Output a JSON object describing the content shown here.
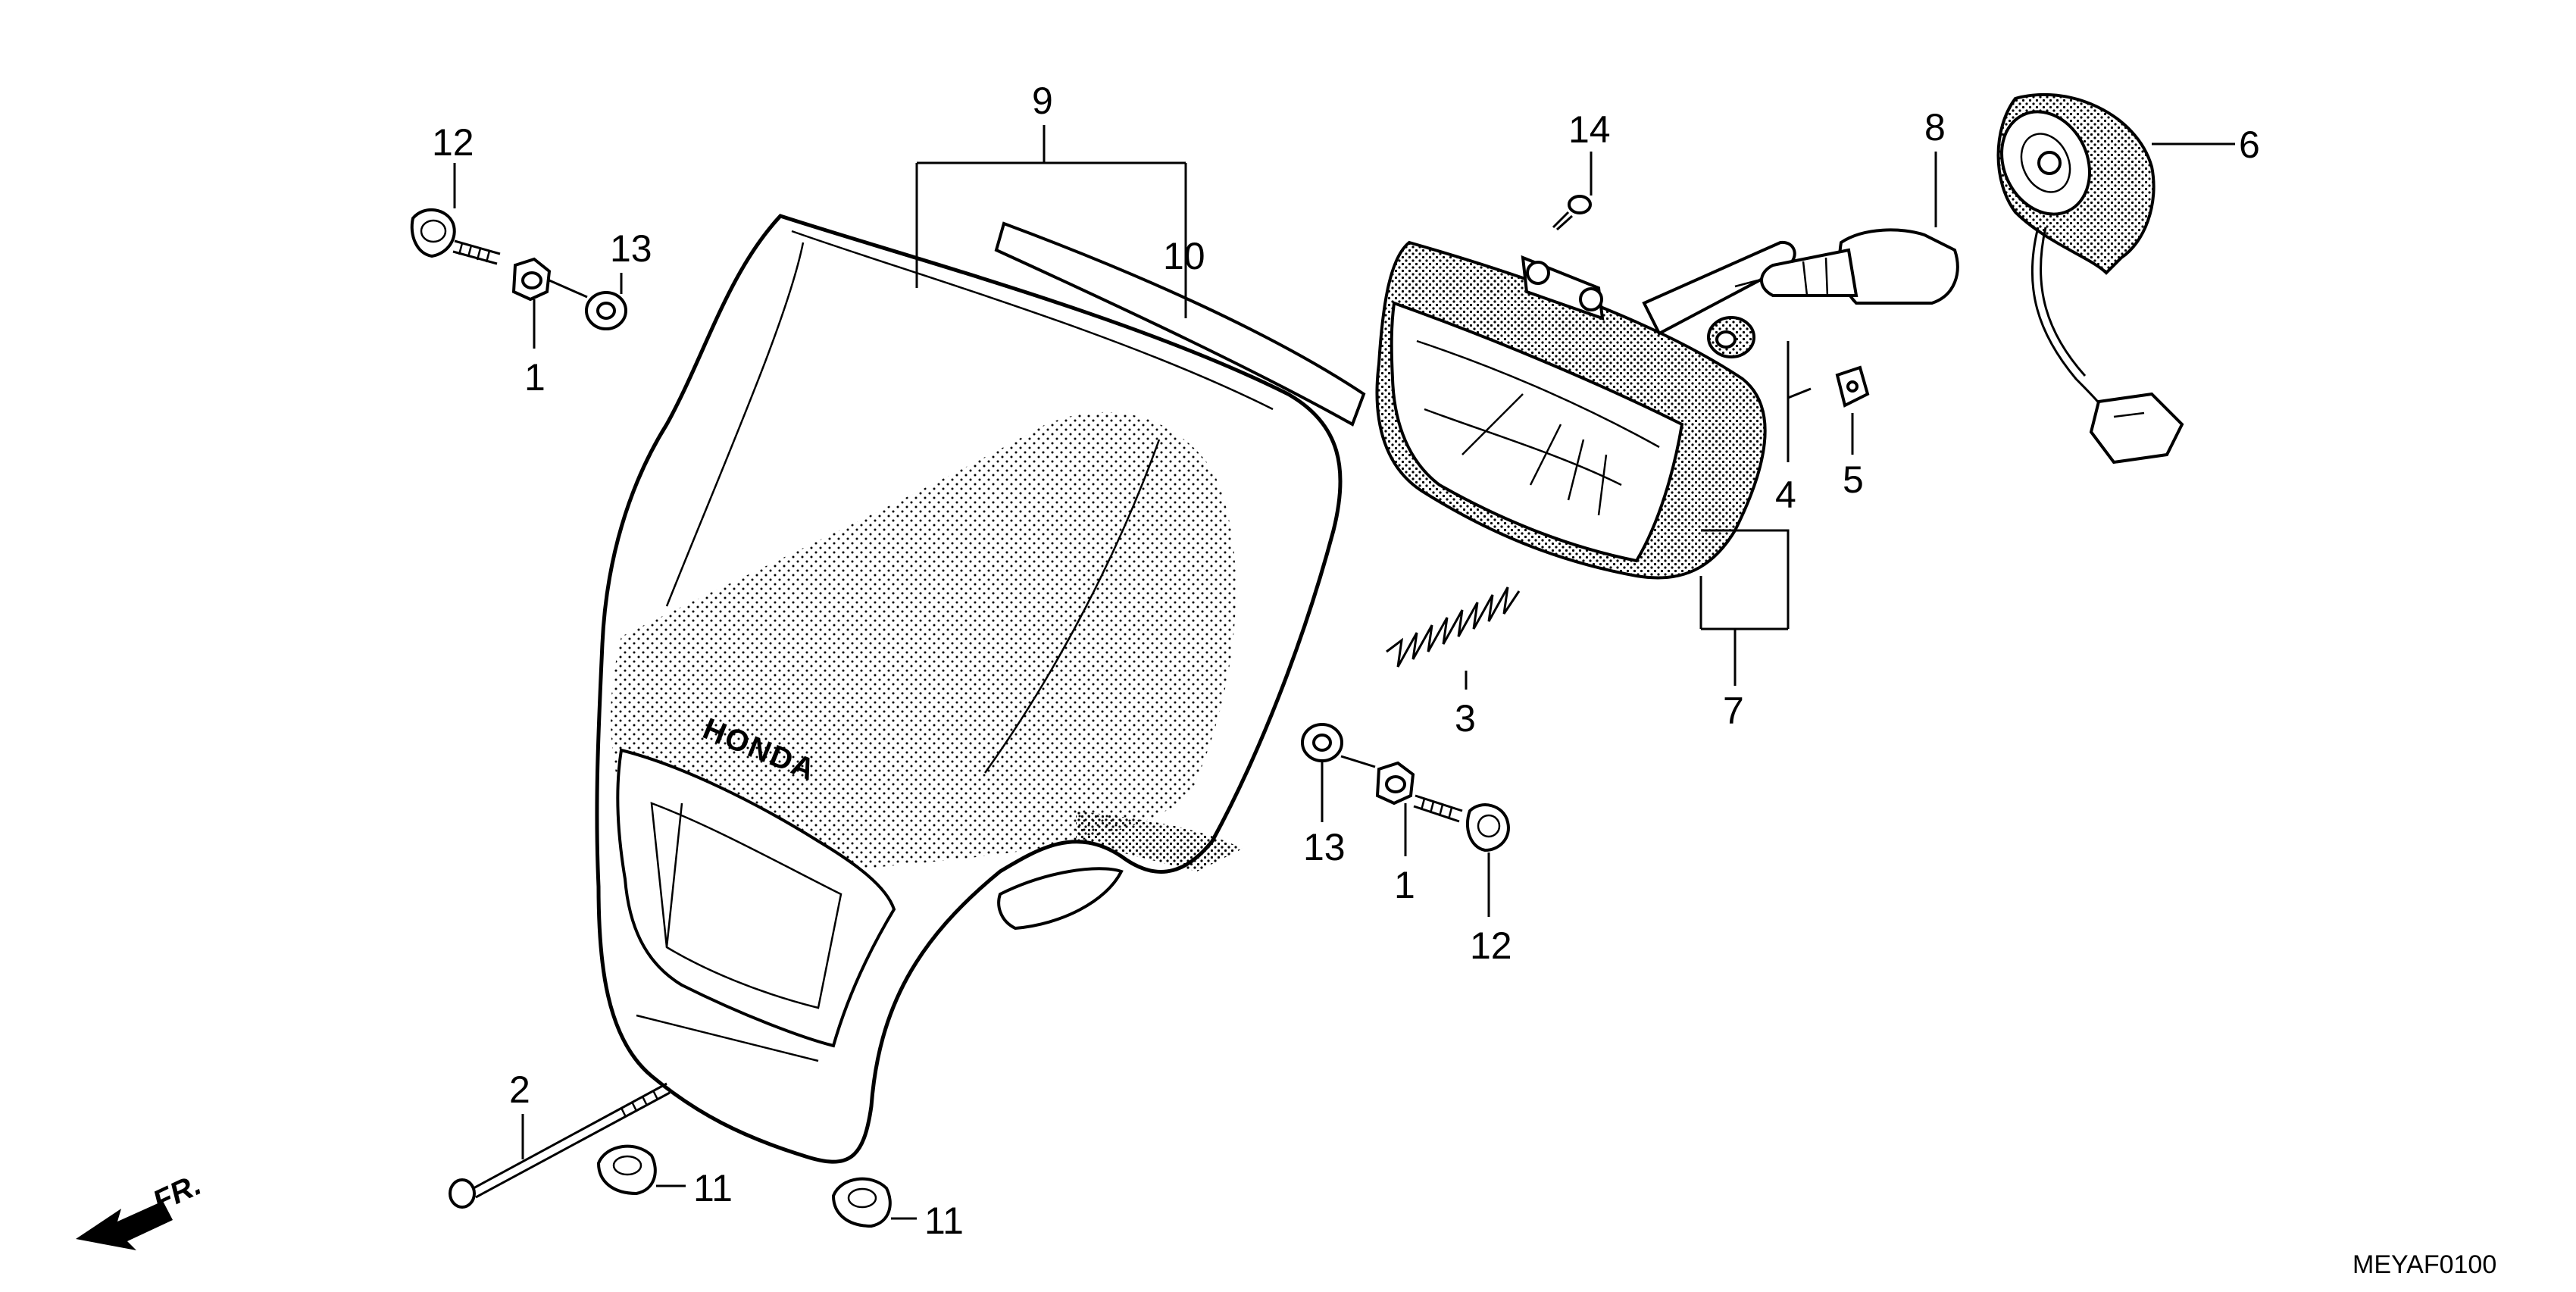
{
  "diagram": {
    "callouts": {
      "c12a": "12",
      "c13a": "13",
      "c1a": "1",
      "c9": "9",
      "c10": "10",
      "c14": "14",
      "c8": "8",
      "c6": "6",
      "c4": "4",
      "c5": "5",
      "c7": "7",
      "c3": "3",
      "c13b": "13",
      "c1b": "1",
      "c12b": "12",
      "c2": "2",
      "c11a": "11",
      "c11b": "11"
    },
    "brand_text": "HONDA",
    "direction_label": "FR.",
    "diagram_code": "MEYAF0100"
  }
}
